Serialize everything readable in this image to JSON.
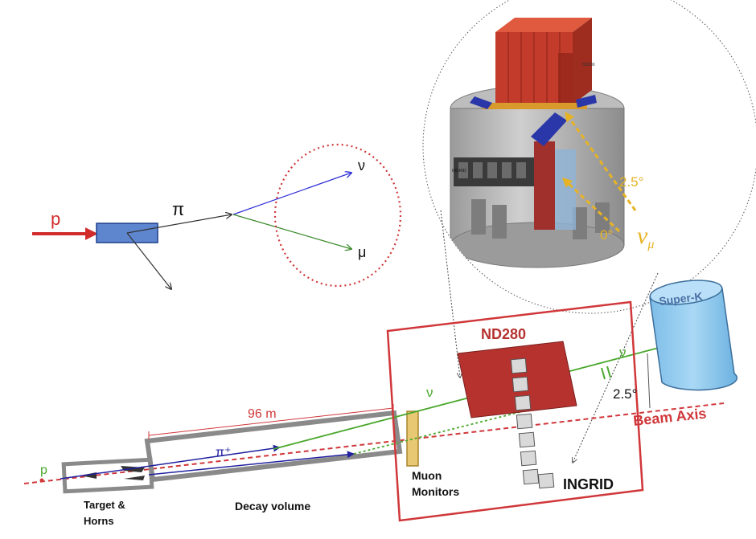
{
  "top_diagram": {
    "proton_label": "p",
    "pion_label": "π",
    "neutrino_label": "ν",
    "muon_label": "μ"
  },
  "inset": {
    "nd280_label": "ND280",
    "ingrid_label": "INGRID",
    "angle_label": "2.5°",
    "zero_label": "0°",
    "nu_mu_label": "ν",
    "nu_mu_sub": "μ"
  },
  "beamline": {
    "proton_label": "p",
    "pion_label": "π⁺",
    "length_label": "96 m",
    "target_label_line1": "Target &",
    "target_label_line2": "Horns",
    "decay_volume_label": "Decay volume",
    "muon_monitors_line1": "Muon",
    "muon_monitors_line2": "Monitors",
    "nd280_label": "ND280",
    "ingrid_label": "INGRID",
    "neutrino_label": "ν",
    "angle_label": "2.5°",
    "beam_axis_label": "Beam Axis",
    "superk_label": "Super-K"
  },
  "colors": {
    "proton_red": "#d22b2b",
    "neutrino_blue": "#2f2fd8",
    "muon_green": "#3a8a2a",
    "beam_green": "#49a82c",
    "highlight_red": "#d0373a",
    "angle_yellow": "#e7b325",
    "superk_blue": "#8fc9ee",
    "nd280_red": "#b5322f",
    "ingrid_gray": "#d9d9d9",
    "pipe_gray": "#8a8a8a"
  },
  "icons": {
    "target": "blue-rectangle-target",
    "superk": "cylinder-tank-icon",
    "nd280_render": "detector-render-illustration"
  }
}
